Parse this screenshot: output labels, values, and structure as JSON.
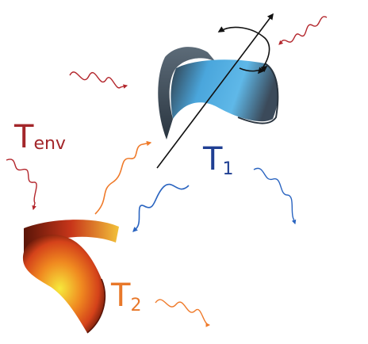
{
  "labels": {
    "env": {
      "main": "T",
      "sub": "env"
    },
    "body1": {
      "main": "T",
      "sub": "1"
    },
    "body2": {
      "main": "T",
      "sub": "2"
    }
  },
  "colors": {
    "env_wave": "#b3262c",
    "env_label": "#a3262a",
    "emit_orange": "#ef7a2a",
    "blue_wave": "#2a64c0",
    "t1_label": "#1f3f93",
    "t2_label": "#e8782a",
    "axis": "#111111",
    "ribbon1_light": "#4aa6dc",
    "ribbon1_dark": "#394a5a",
    "ribbon2_hot": "#f5e23a",
    "ribbon2_mid": "#e2541c",
    "ribbon2_dark": "#5a1508"
  }
}
